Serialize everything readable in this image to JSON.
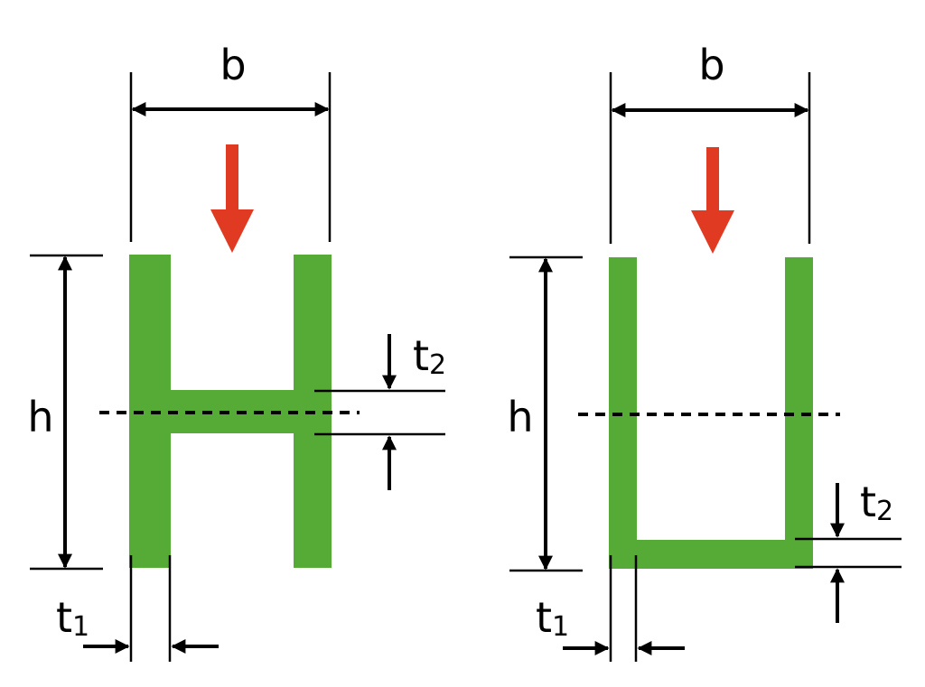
{
  "colors": {
    "section": "#55ab35",
    "load_arrow": "#e03a22",
    "line": "#000000",
    "background": "#ffffff"
  },
  "sections": [
    {
      "shape": "H-section",
      "labels": {
        "width": "b",
        "height": "h",
        "web_thickness": "t",
        "web_thickness_sub": "1",
        "flange_thickness": "t",
        "flange_thickness_sub": "2"
      }
    },
    {
      "shape": "U-section",
      "labels": {
        "width": "b",
        "height": "h",
        "web_thickness": "t",
        "web_thickness_sub": "1",
        "flange_thickness": "t",
        "flange_thickness_sub": "2"
      }
    }
  ]
}
